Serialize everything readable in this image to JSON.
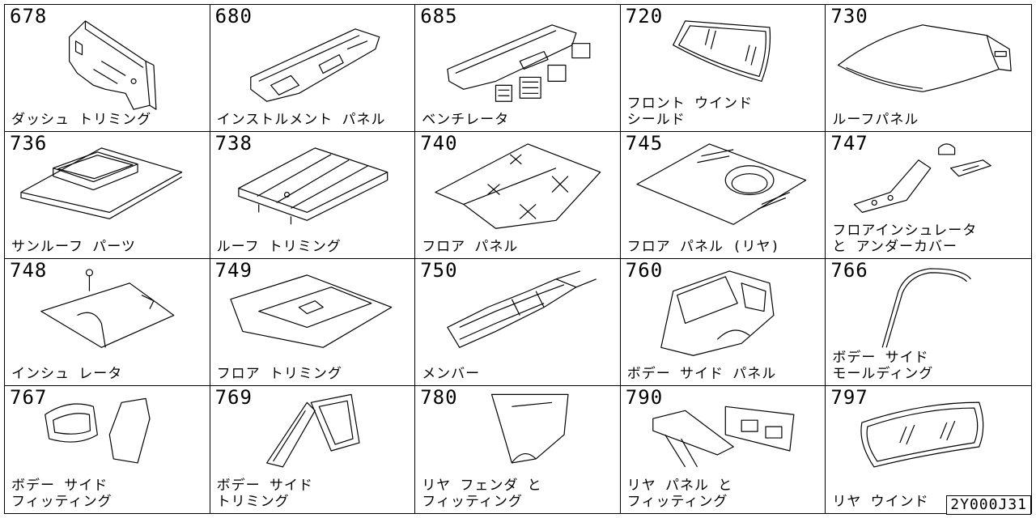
{
  "catalog": {
    "reference_code": "2Y000J31",
    "parts": [
      {
        "code": "678",
        "label": "ダッシュ トリミング",
        "icon": "dash-trim-icon"
      },
      {
        "code": "680",
        "label": "インストルメント パネル",
        "icon": "instrument-panel-icon"
      },
      {
        "code": "685",
        "label": "ベンチレータ",
        "icon": "ventilator-icon"
      },
      {
        "code": "720",
        "label": "フロント ウインド\nシールド",
        "icon": "windshield-icon"
      },
      {
        "code": "730",
        "label": "ルーフパネル",
        "icon": "roof-panel-icon"
      },
      {
        "code": "736",
        "label": "サンルーフ パーツ",
        "icon": "sunroof-icon"
      },
      {
        "code": "738",
        "label": "ルーフ トリミング",
        "icon": "roof-trim-icon"
      },
      {
        "code": "740",
        "label": "フロア パネル",
        "icon": "floor-panel-icon"
      },
      {
        "code": "745",
        "label": "フロア パネル (リヤ)",
        "icon": "rear-floor-panel-icon"
      },
      {
        "code": "747",
        "label": "フロアインシュレータ\nと アンダーカバー",
        "icon": "floor-insulator-icon"
      },
      {
        "code": "748",
        "label": "インシュ レータ",
        "icon": "insulator-icon"
      },
      {
        "code": "749",
        "label": "フロア トリミング",
        "icon": "floor-trim-icon"
      },
      {
        "code": "750",
        "label": "メンバー",
        "icon": "member-frame-icon"
      },
      {
        "code": "760",
        "label": "ボデー サイド パネル",
        "icon": "body-side-panel-icon"
      },
      {
        "code": "766",
        "label": "ボデー サイド\nモールディング",
        "icon": "side-molding-icon"
      },
      {
        "code": "767",
        "label": "ボデー サイド\nフィッティング",
        "icon": "side-fitting-icon"
      },
      {
        "code": "769",
        "label": "ボデー サイド\nトリミング",
        "icon": "side-trim-icon"
      },
      {
        "code": "780",
        "label": "リヤ フェンダ と\nフィッティング",
        "icon": "rear-fender-icon"
      },
      {
        "code": "790",
        "label": "リヤ パネル と\nフィッティング",
        "icon": "rear-panel-icon"
      },
      {
        "code": "797",
        "label": "リヤ ウインド",
        "icon": "rear-window-icon"
      }
    ]
  }
}
